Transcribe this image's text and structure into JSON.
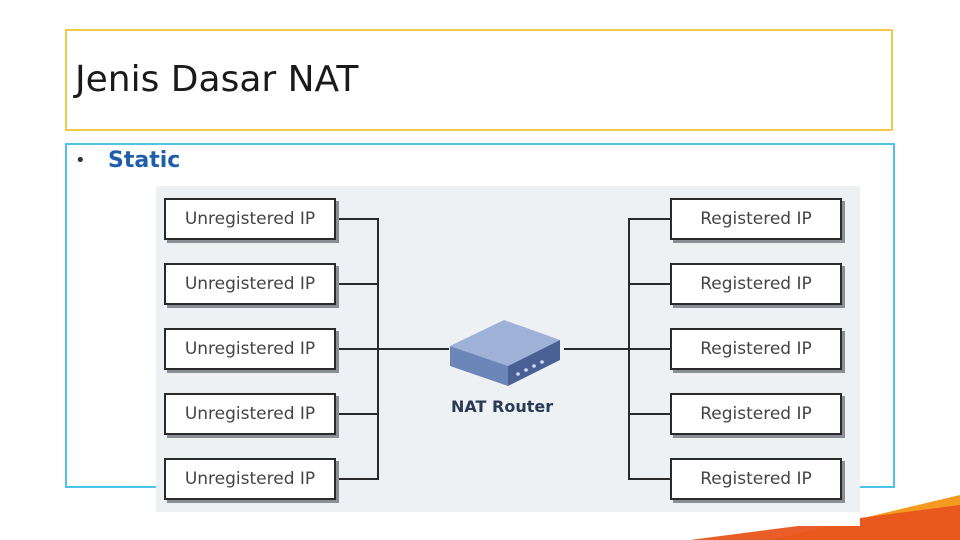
{
  "slide": {
    "title": "Jenis Dasar NAT",
    "bullet": "Static"
  },
  "diagram": {
    "left_nodes": [
      "Unregistered IP",
      "Unregistered IP",
      "Unregistered IP",
      "Unregistered IP",
      "Unregistered IP"
    ],
    "right_nodes": [
      "Registered IP",
      "Registered IP",
      "Registered IP",
      "Registered IP",
      "Registered IP"
    ],
    "router_label": "NAT Router"
  },
  "colors": {
    "title_border": "#f2c94c",
    "content_border": "#4fc3e6",
    "bullet_text": "#1f5fa8",
    "accent_orange": "#e8541e"
  }
}
